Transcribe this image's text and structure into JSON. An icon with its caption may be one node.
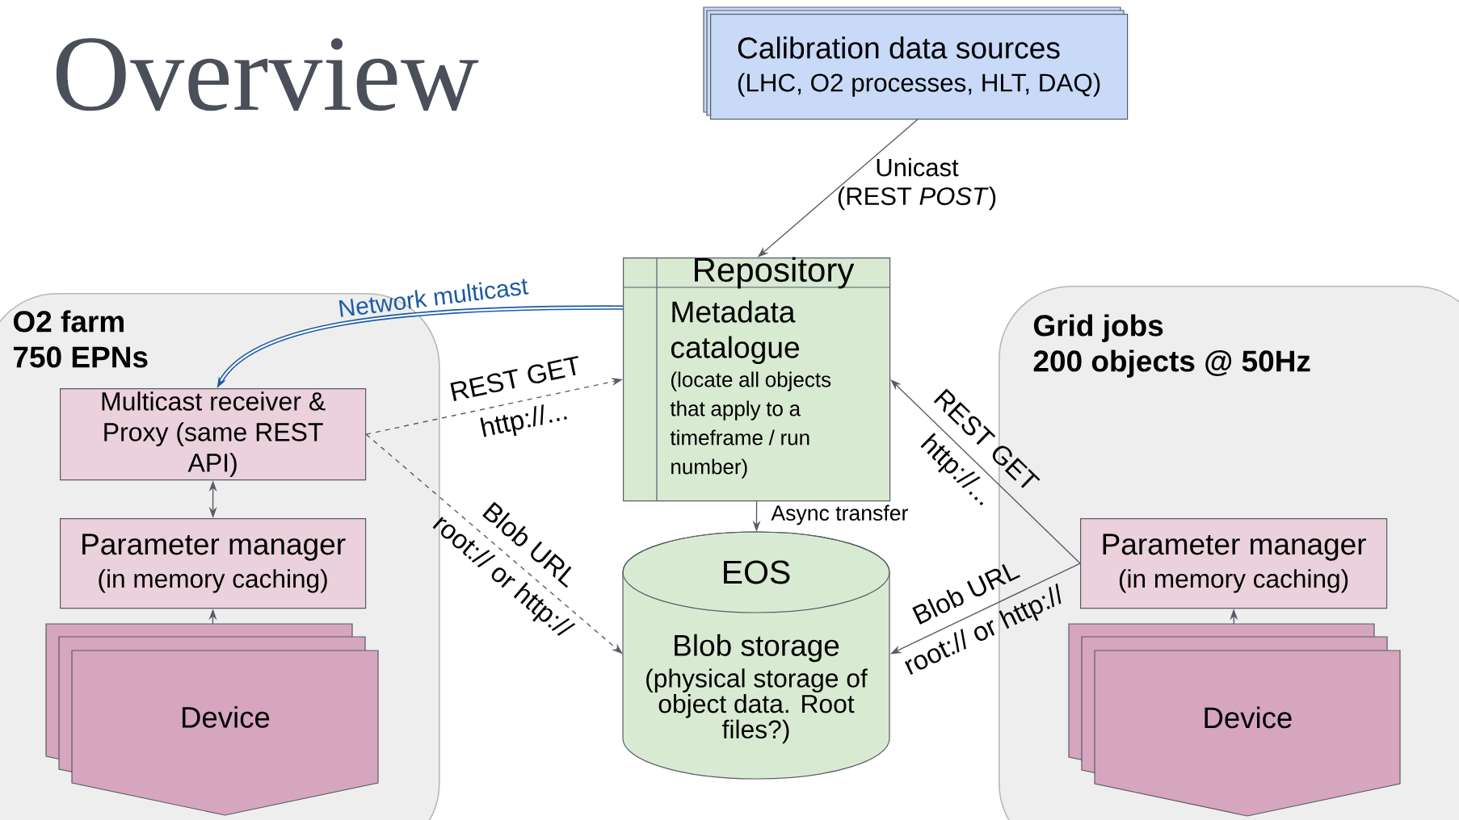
{
  "diagram": {
    "title": "Overview",
    "nodes": [
      {
        "text": [
          "Calibration data sources",
          "(LHC, O2 processes, HLT, DAQ)"
        ]
      },
      {
        "text": [
          "Repository",
          "Metadata catalogue",
          "(locate all objects that apply to a timeframe / run number)"
        ]
      },
      {
        "text": [
          "EOS",
          "Blob storage",
          "(physical storage of object data. Root files?)"
        ]
      },
      {
        "text": [
          "O2 farm",
          "750 EPNs"
        ]
      },
      {
        "text": [
          "Multicast receiver & Proxy (same REST API)"
        ],
        "in": 3
      },
      {
        "text": [
          "Parameter manager",
          "(in memory caching)"
        ],
        "in": 3
      },
      {
        "text": [
          "Device"
        ],
        "in": 3
      },
      {
        "text": [
          "Grid jobs",
          "200 objects @ 50Hz"
        ]
      },
      {
        "text": [
          "Parameter manager",
          "(in memory caching)"
        ],
        "in": 7
      },
      {
        "text": [
          "Device"
        ],
        "in": 7
      }
    ],
    "edges": [
      {
        "from": 0,
        "to": 1,
        "arrow": "to",
        "label": "Unicast (REST *POST*)"
      },
      {
        "from": 1,
        "to": 4,
        "arrow": "to",
        "label": "Network multicast",
        "style": "thick",
        "color": "#1c5aa6"
      },
      {
        "from": 4,
        "to": 1,
        "arrow": "to",
        "label": "REST GET http://...",
        "style": "dashed"
      },
      {
        "from": 4,
        "to": 2,
        "arrow": "to",
        "label": "Blob URL root:// or http://",
        "style": "dashed"
      },
      {
        "from": 1,
        "to": 2,
        "arrow": "to",
        "label": "Async transfer"
      },
      {
        "from": 8,
        "to": 1,
        "arrow": "to",
        "label": "REST GET http://..."
      },
      {
        "from": 8,
        "to": 2,
        "arrow": "to",
        "label": "Blob URL root:// or http://"
      },
      {
        "from": 4,
        "to": 5,
        "arrow": "both"
      },
      {
        "from": 6,
        "to": 5,
        "arrow": "to"
      },
      {
        "from": 9,
        "to": 8,
        "arrow": "to"
      }
    ]
  }
}
